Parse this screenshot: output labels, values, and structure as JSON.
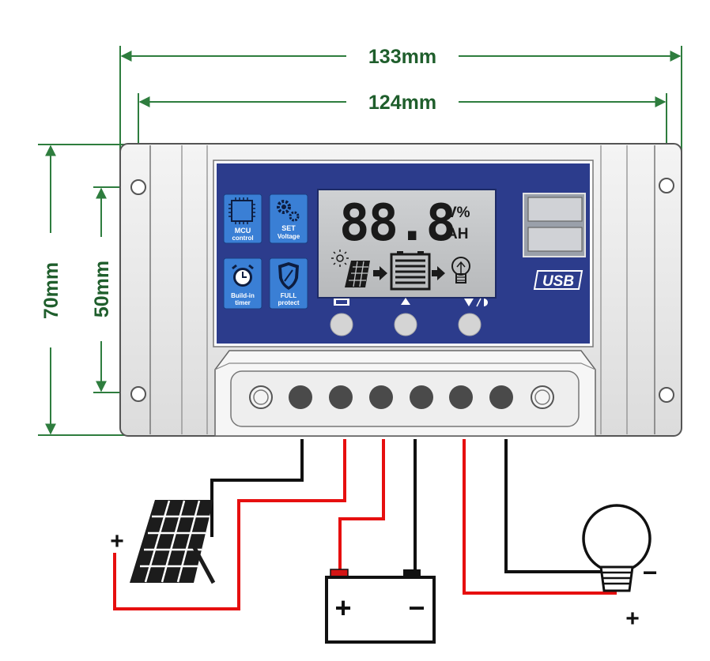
{
  "dimensions": {
    "outer_width": "133mm",
    "hole_width": "124mm",
    "outer_height": "70mm",
    "hole_height": "50mm"
  },
  "panel": {
    "features": [
      {
        "line1": "MCU",
        "line2": "control",
        "icon": "chip-icon"
      },
      {
        "line1": "SET",
        "line2": "Voltage",
        "icon": "gears-icon"
      },
      {
        "line1": "Build-in",
        "line2": "timer",
        "icon": "alarm-clock-icon"
      },
      {
        "line1": "FULL",
        "line2": "protect",
        "icon": "shield-icon"
      }
    ],
    "lcd": {
      "digits": "88.8",
      "unit_top": "V%",
      "unit_bottom": "AH"
    },
    "usb_label": "USB",
    "buttons": [
      "menu-button",
      "up-button",
      "down-button"
    ]
  },
  "signs": {
    "solar_plus": "+",
    "battery_plus": "+",
    "battery_minus": "−",
    "load_minus": "−",
    "load_plus": "+"
  },
  "colors": {
    "dimension_line": "#2e7d3e",
    "dimension_text": "#1f5e2c",
    "panel_blue": "#2c3c8c",
    "lcd_bg": "#c4c6c8",
    "feature_tag": "#3a7fd5",
    "wire_red": "#e60f0f",
    "wire_black": "#111111",
    "terminal_dark": "#4a4a4a"
  }
}
